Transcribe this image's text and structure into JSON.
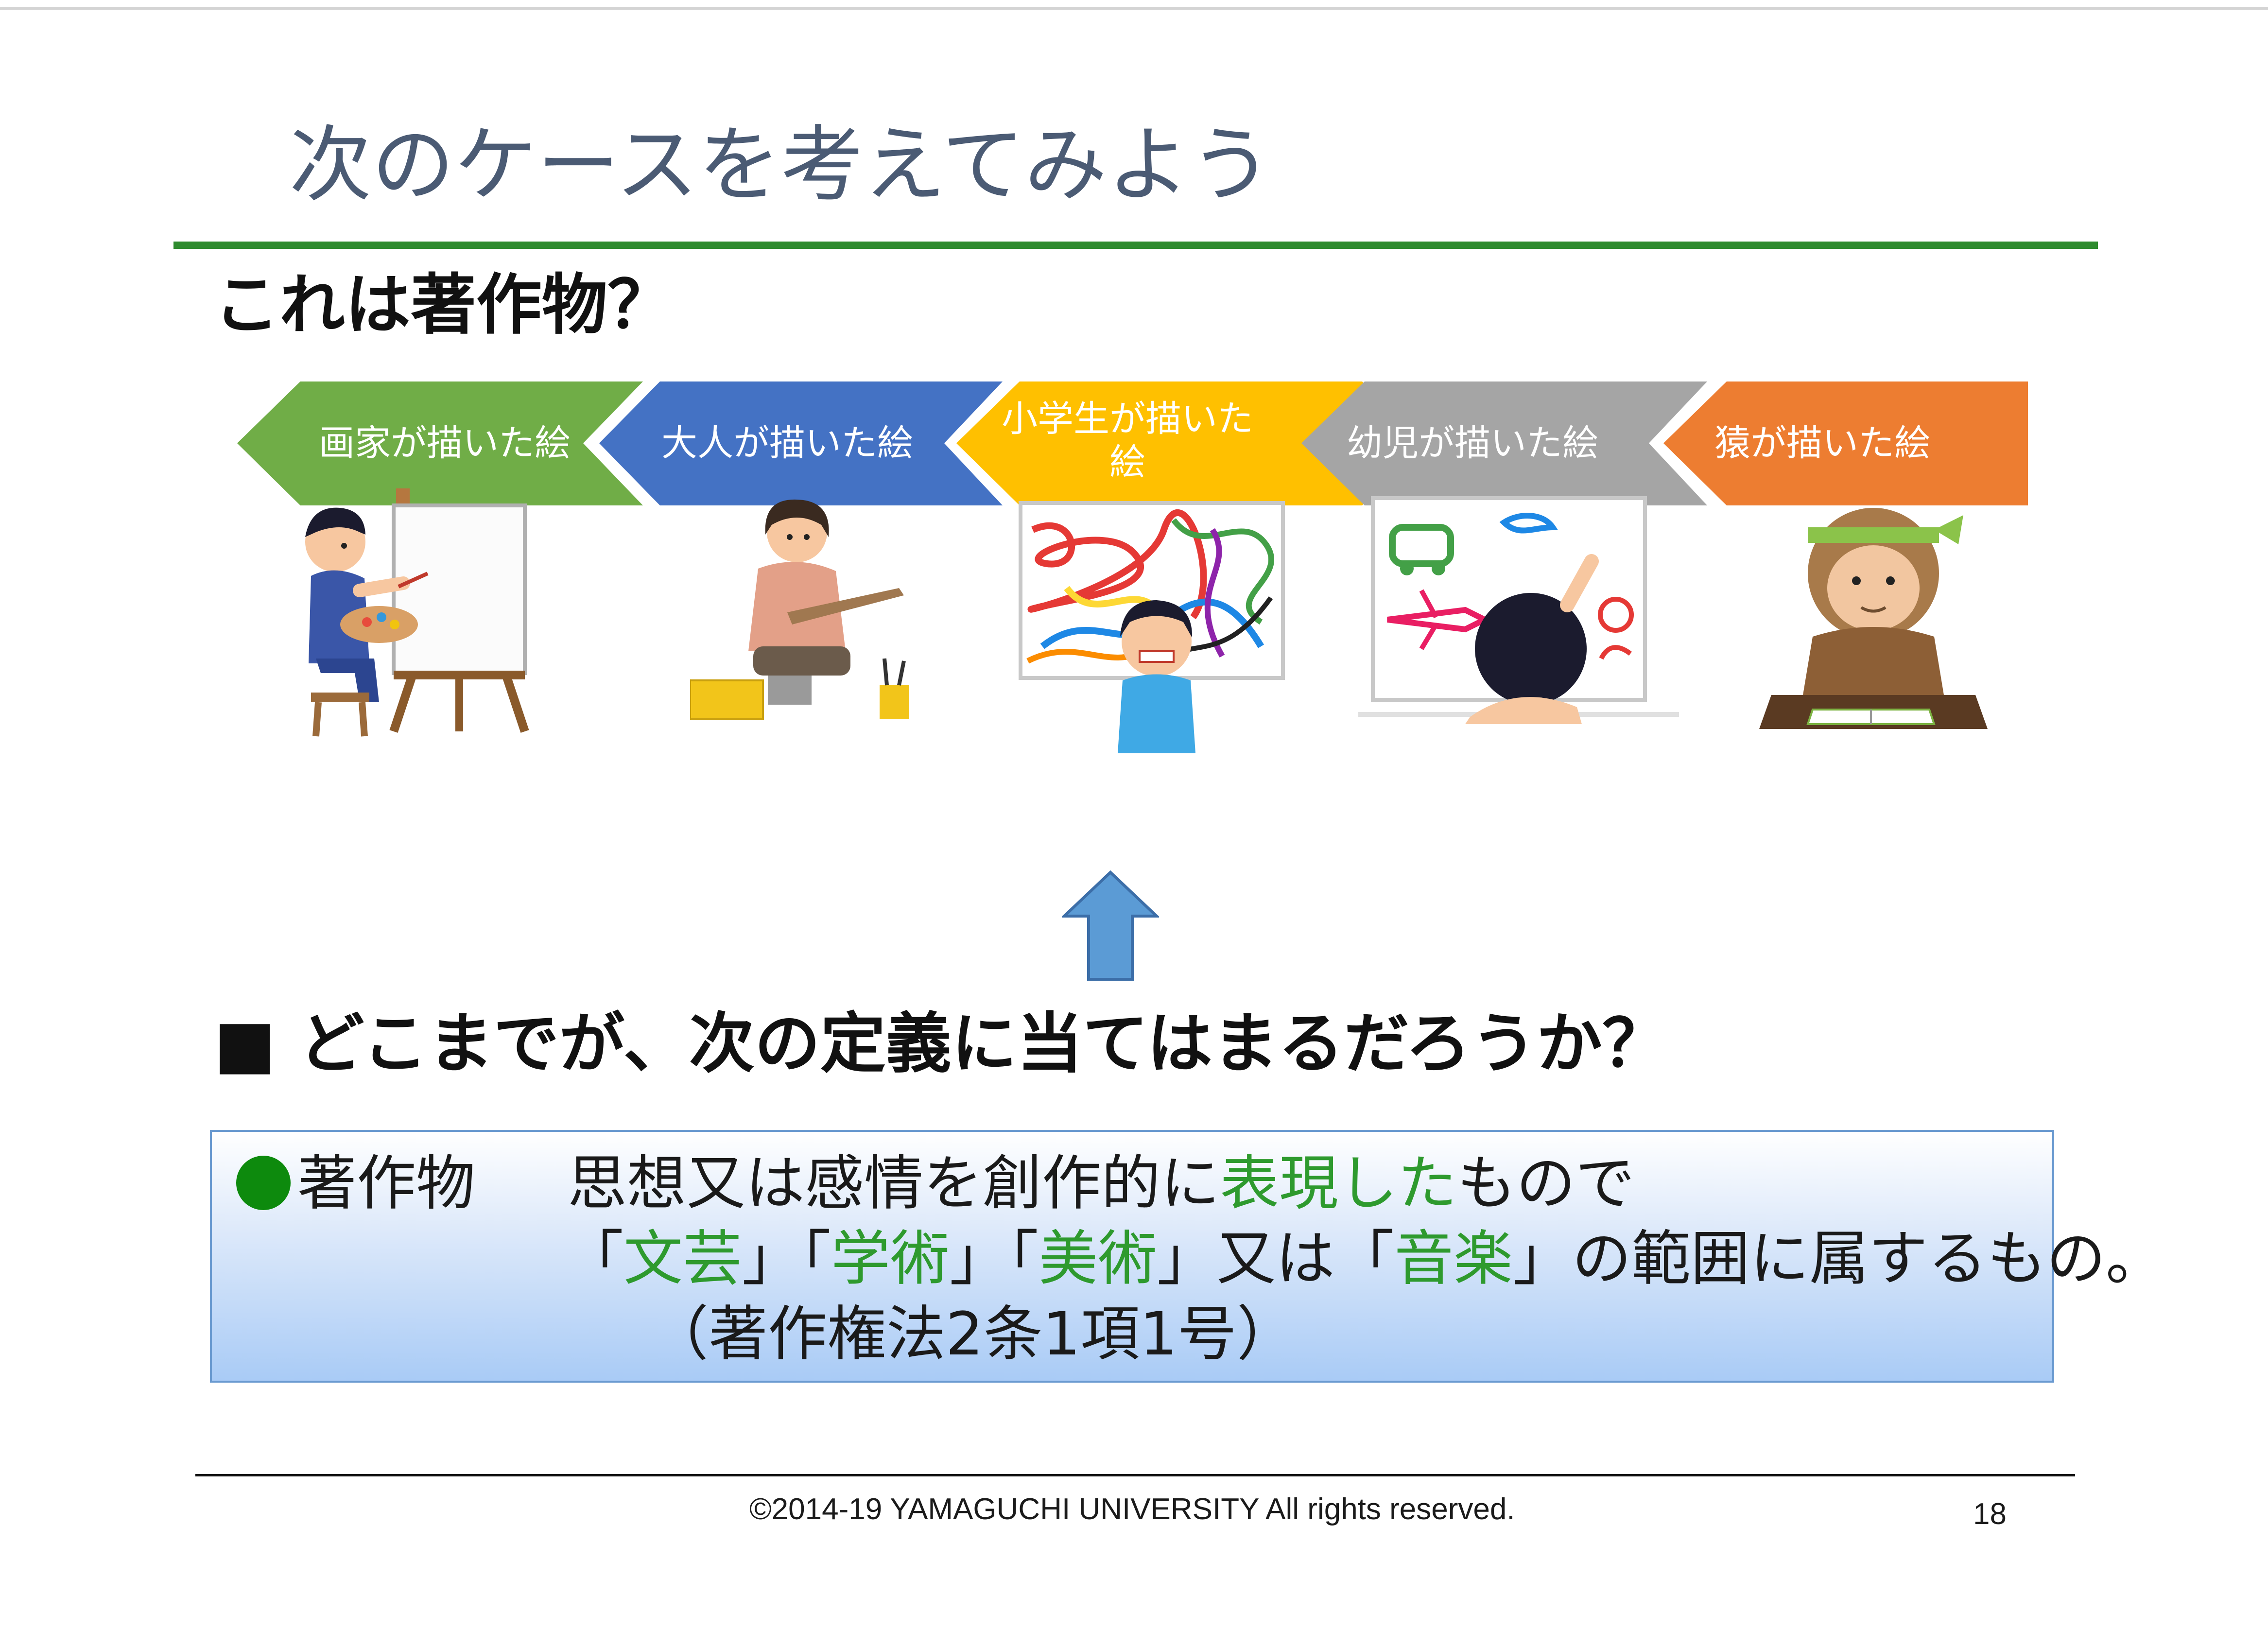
{
  "title": "次のケースを考えてみよう",
  "question": "これは著作物？",
  "cases": [
    {
      "label": "画家が描いた絵",
      "color": "#70ad47",
      "icon": "painter-at-easel"
    },
    {
      "label": "大人が描いた絵",
      "color": "#4472c4",
      "icon": "adult-sketching"
    },
    {
      "label": "小学生が描いた\n絵",
      "color": "#ffc000",
      "icon": "schoolchild-scribble"
    },
    {
      "label": "幼児が描いた絵",
      "color": "#a5a5a5",
      "icon": "toddler-drawing"
    },
    {
      "label": "猿が描いた絵",
      "color": "#ed7d31",
      "icon": "monkey-writing"
    }
  ],
  "prompt": "■ どこまでが、次の定義に当てはまるだろうか？",
  "definition": {
    "term": "著作物",
    "line1_a": "思想又は感情を創作的に",
    "line1_b": "表現した",
    "line1_c": "もので",
    "q_open": "「",
    "q_close": "」",
    "field1": "文芸",
    "field2": "学術",
    "field3": "美術",
    "connector": "又は",
    "field4": "音楽",
    "line2_end": "の範囲に属するもの。",
    "citation": "（著作権法2条1項1号）"
  },
  "colors": {
    "title_rule": "#2e8b2e",
    "highlight": "#2e9a2e",
    "bullet": "#0d8a0d",
    "up_arrow": "#5b9bd5"
  },
  "footer": {
    "copyright": "©2014-19 YAMAGUCHI UNIVERSITY  All rights reserved.",
    "page": "18"
  }
}
